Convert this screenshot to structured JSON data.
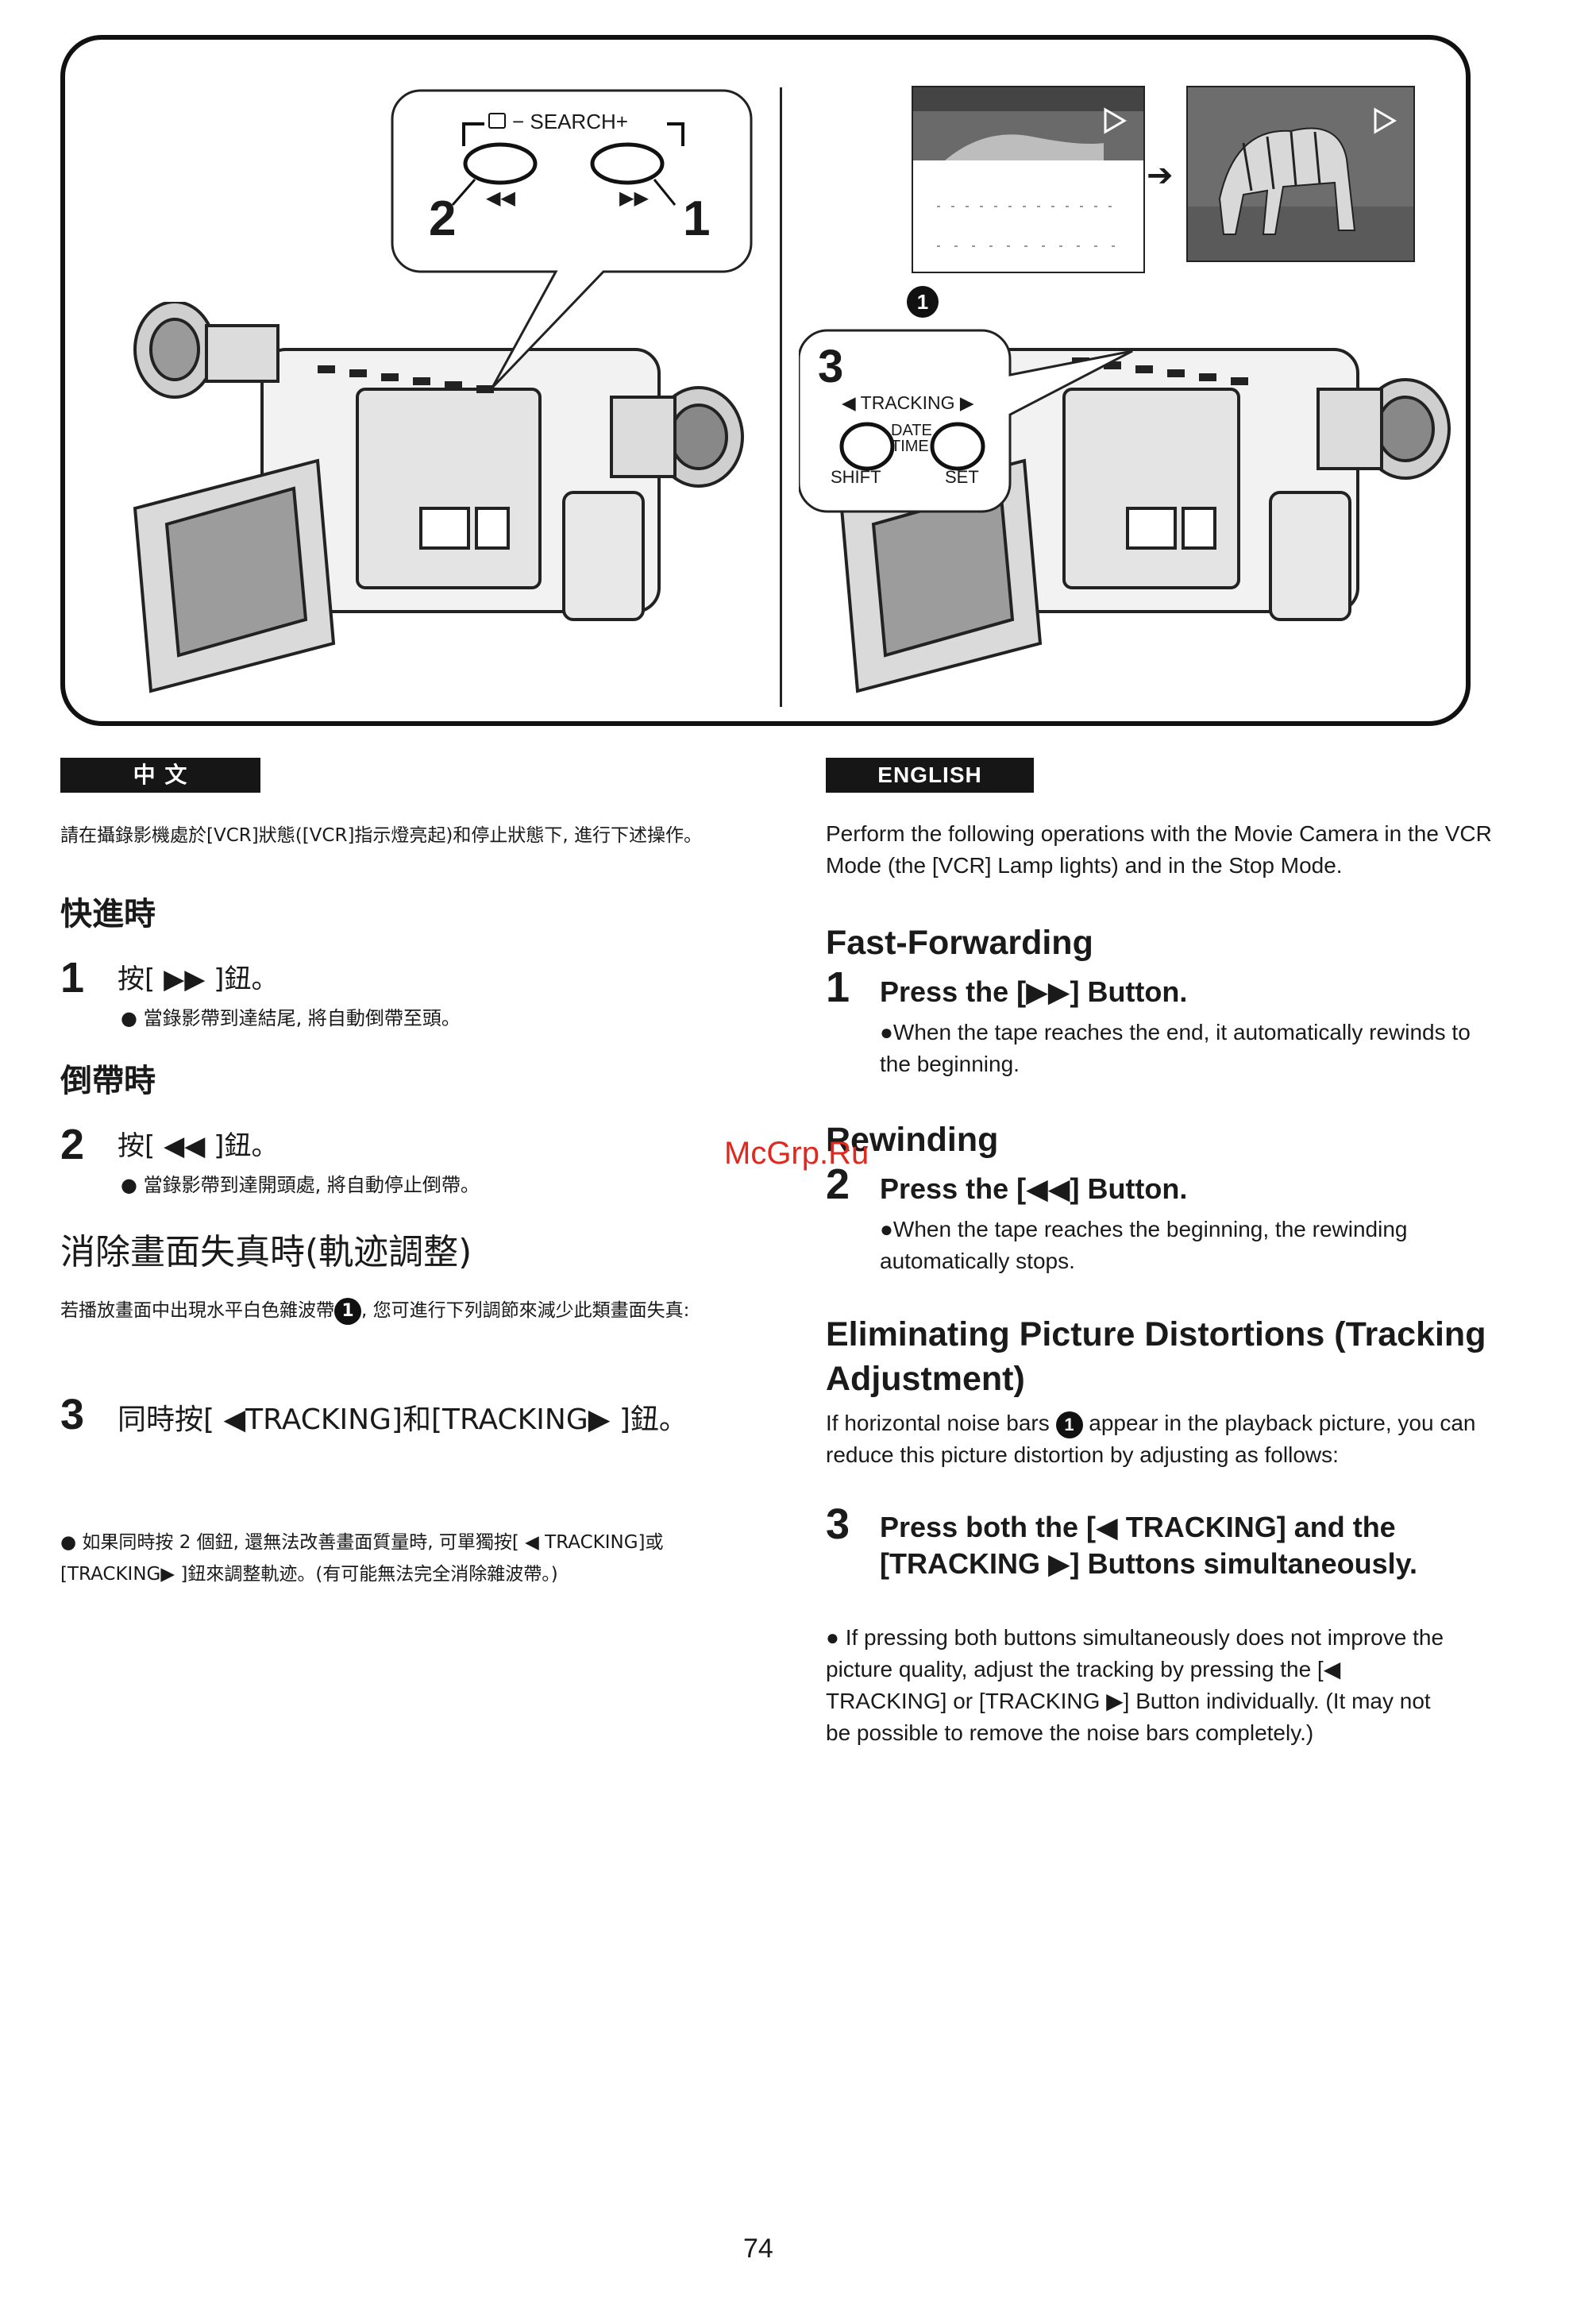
{
  "figure": {
    "callout_left": {
      "search_label": "− SEARCH+",
      "rewind_symbol": "◀◀",
      "forward_symbol": "▶▶",
      "num_left": "2",
      "num_right": "1"
    },
    "callout_right": {
      "step_num": "3",
      "tracking_label": "◀ TRACKING ▶",
      "date_time_label": "DATE\nTIME",
      "shift_label": "SHIFT",
      "set_label": "SET"
    },
    "marker_1": "1"
  },
  "zh": {
    "tag": "中 文",
    "intro": "請在攝錄影機處於[VCR]狀態([VCR]指示燈亮起)和停止狀態下, 進行下述操作。",
    "h_ff": "快進時",
    "step1_num": "1",
    "step1_text": "按[ ▶▶ ]鈕。",
    "step1_bullet": "● 當錄影帶到達結尾, 將自動倒帶至頭。",
    "h_rw": "倒帶時",
    "step2_num": "2",
    "step2_text": "按[ ◀◀ ]鈕。",
    "step2_bullet": "● 當錄影帶到達開頭處, 將自動停止倒帶。",
    "h_track": "消除畫面失真時(軌迹調整)",
    "track_intro_a": "若播放畫面中出現水平白色雜波帶",
    "track_intro_b": ", 您可進行下列調節來減少此類畫面失真:",
    "step3_num": "3",
    "step3_text": "同時按[ ◀TRACKING]和[TRACKING▶ ]鈕。",
    "note": "● 如果同時按 2 個鈕, 還無法改善畫面質量時, 可單獨按[ ◀ TRACKING]或[TRACKING▶ ]鈕來調整軌迹。(有可能無法完全消除雜波帶。)"
  },
  "en": {
    "tag": "ENGLISH",
    "intro": "Perform the following operations with the Movie Camera in the VCR Mode (the [VCR] Lamp lights) and in the Stop Mode.",
    "h_ff": "Fast-Forwarding",
    "step1_num": "1",
    "step1_text": "Press the [▶▶] Button.",
    "step1_bullet": "●When the tape reaches the end, it automatically rewinds to the beginning.",
    "h_rw": "Rewinding",
    "step2_num": "2",
    "step2_text": "Press the [◀◀] Button.",
    "step2_bullet": "●When the tape reaches the beginning, the rewinding automatically stops.",
    "h_track": "Eliminating Picture Distortions (Tracking Adjustment)",
    "track_intro_a": "If horizontal noise bars",
    "track_intro_b": "appear in the playback picture, you can reduce this picture distortion by adjusting as follows:",
    "step3_num": "3",
    "step3_text": "Press both the [◀ TRACKING] and the [TRACKING ▶] Buttons simultaneously.",
    "note": "● If pressing both buttons simultaneously does not improve the picture quality, adjust the tracking by pressing the [◀ TRACKING] or [TRACKING ▶] Button individually. (It may not be possible to remove the noise bars completely.)"
  },
  "circled_1": "1",
  "watermark": "McGrp.Ru",
  "page_number": "74"
}
